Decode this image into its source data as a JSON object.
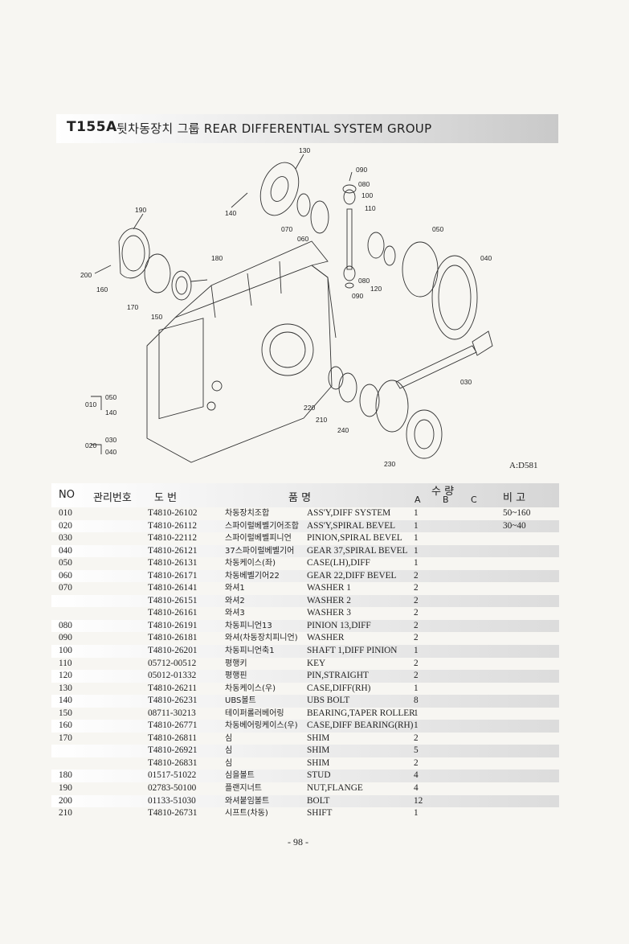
{
  "title": {
    "code": "T155A",
    "text": "뒷차동장치 그룹  REAR DIFFERENTIAL SYSTEM GROUP"
  },
  "diagram": {
    "callouts": [
      "130",
      "090",
      "080",
      "100",
      "110",
      "190",
      "140",
      "070",
      "060",
      "050",
      "180",
      "040",
      "200",
      "160",
      "080",
      "120",
      "090",
      "170",
      "150",
      "030",
      "010",
      "050",
      "140",
      "220",
      "210",
      "240",
      "020",
      "030",
      "040",
      "230"
    ],
    "figure_id": "A:D581"
  },
  "table": {
    "headers": {
      "no": "NO",
      "mgmt": "관리번호",
      "dwg": "도  번",
      "name": "품     명",
      "qty": "수 량",
      "a": "A",
      "b": "B",
      "c": "C",
      "remark": "비  고"
    },
    "rows": [
      {
        "no": "010",
        "part": "T4810-26102",
        "kr": "차동장치조합",
        "en": "ASS'Y,DIFF SYSTEM",
        "a": "1",
        "remark": "50~160"
      },
      {
        "no": "020",
        "part": "T4810-26112",
        "kr": "스파이럴베벨기어조합",
        "en": "ASS'Y,SPIRAL BEVEL",
        "a": "1",
        "remark": "30~40"
      },
      {
        "no": "030",
        "part": "T4810-22112",
        "kr": "스파이럴베벨피니언",
        "en": "PINION,SPIRAL BEVEL",
        "a": "1",
        "remark": ""
      },
      {
        "no": "040",
        "part": "T4810-26121",
        "kr": "37스파이럴베벨기어",
        "en": "GEAR 37,SPIRAL BEVEL",
        "a": "1",
        "remark": ""
      },
      {
        "no": "050",
        "part": "T4810-26131",
        "kr": "차동케이스(좌)",
        "en": "CASE(LH),DIFF",
        "a": "1",
        "remark": ""
      },
      {
        "no": "060",
        "part": "T4810-26171",
        "kr": "차동베벨기어22",
        "en": "GEAR 22,DIFF BEVEL",
        "a": "2",
        "remark": ""
      },
      {
        "no": "070",
        "part": "T4810-26141",
        "kr": "와셔1",
        "en": "WASHER 1",
        "a": "2",
        "remark": ""
      },
      {
        "no": "",
        "part": "T4810-26151",
        "kr": "와셔2",
        "en": "WASHER 2",
        "a": "2",
        "remark": ""
      },
      {
        "no": "",
        "part": "T4810-26161",
        "kr": "와셔3",
        "en": "WASHER 3",
        "a": "2",
        "remark": ""
      },
      {
        "no": "080",
        "part": "T4810-26191",
        "kr": "차동피니언13",
        "en": "PINION 13,DIFF",
        "a": "2",
        "remark": ""
      },
      {
        "no": "090",
        "part": "T4810-26181",
        "kr": "와셔(차동장치피니언)",
        "en": "WASHER",
        "a": "2",
        "remark": ""
      },
      {
        "no": "100",
        "part": "T4810-26201",
        "kr": "차동피니언축1",
        "en": "SHAFT 1,DIFF PINION",
        "a": "1",
        "remark": ""
      },
      {
        "no": "110",
        "part": "05712-00512",
        "kr": "평행키",
        "en": "KEY",
        "a": "2",
        "remark": ""
      },
      {
        "no": "120",
        "part": "05012-01332",
        "kr": "평행핀",
        "en": "PIN,STRAIGHT",
        "a": "2",
        "remark": ""
      },
      {
        "no": "130",
        "part": "T4810-26211",
        "kr": "차동케이스(우)",
        "en": "CASE,DIFF(RH)",
        "a": "1",
        "remark": ""
      },
      {
        "no": "140",
        "part": "T4810-26231",
        "kr": "UBS볼트",
        "en": "UBS BOLT",
        "a": "8",
        "remark": ""
      },
      {
        "no": "150",
        "part": "08711-30213",
        "kr": "테이퍼롤러베어링",
        "en": "BEARING,TAPER ROLLER",
        "a": "1",
        "remark": ""
      },
      {
        "no": "160",
        "part": "T4810-26771",
        "kr": "차동베어링케이스(우)",
        "en": "CASE,DIFF BEARING(RH)",
        "a": "1",
        "remark": ""
      },
      {
        "no": "170",
        "part": "T4810-26811",
        "kr": "심",
        "en": "SHIM",
        "a": "2",
        "remark": ""
      },
      {
        "no": "",
        "part": "T4810-26921",
        "kr": "심",
        "en": "SHIM",
        "a": "5",
        "remark": ""
      },
      {
        "no": "",
        "part": "T4810-26831",
        "kr": "심",
        "en": "SHIM",
        "a": "2",
        "remark": ""
      },
      {
        "no": "180",
        "part": "01517-51022",
        "kr": "심을볼트",
        "en": "STUD",
        "a": "4",
        "remark": ""
      },
      {
        "no": "190",
        "part": "02783-50100",
        "kr": "플랜지너트",
        "en": "NUT,FLANGE",
        "a": "4",
        "remark": ""
      },
      {
        "no": "200",
        "part": "01133-51030",
        "kr": "와셔붙임볼트",
        "en": "BOLT",
        "a": "12",
        "remark": ""
      },
      {
        "no": "210",
        "part": "T4810-26731",
        "kr": "시프트(차동)",
        "en": "SHIFT",
        "a": "1",
        "remark": ""
      }
    ]
  },
  "page_number": "- 98 -"
}
